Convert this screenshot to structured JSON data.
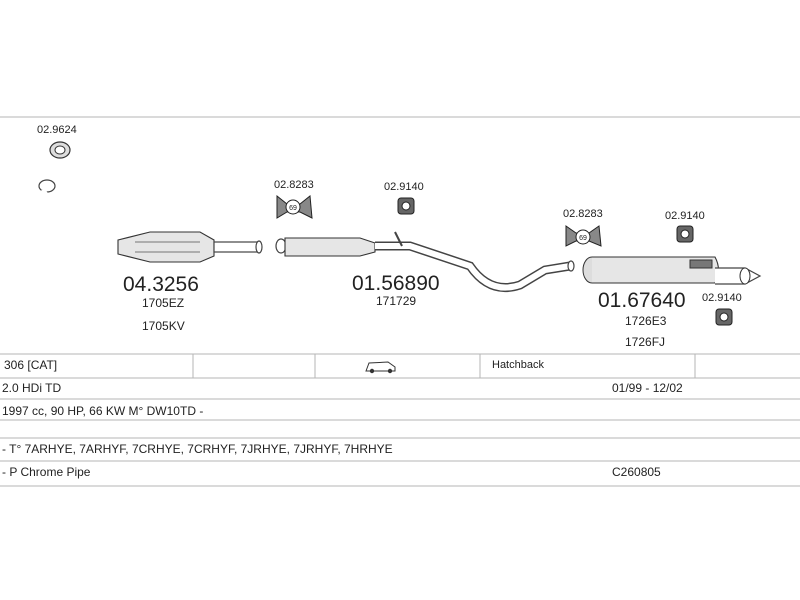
{
  "parts": {
    "gasket_top": "02.9624",
    "catalyst": {
      "number": "04.3256",
      "refs": [
        "1705EZ",
        "1705KV"
      ]
    },
    "hanger_1": "02.8283",
    "hanger_1_badge": "69",
    "clip_1": "02.9140",
    "middle_silencer": {
      "number": "01.56890",
      "refs": [
        "171729"
      ]
    },
    "hanger_2": "02.8283",
    "hanger_2_badge": "69",
    "clip_2": "02.9140",
    "rear_silencer": {
      "number": "01.67640",
      "refs": [
        "1726E3",
        "1726FJ"
      ]
    },
    "clip_3": "02.9140"
  },
  "table": {
    "model": "306  [CAT]",
    "car_icon": "car-icon",
    "body_type": "Hatchback",
    "engine": "2.0 HDi TD",
    "date_range": "01/99 - 12/02",
    "specs": "1997 cc, 90 HP, 66 KW  M° DW10TD -",
    "types": "- T° 7ARHYE, 7ARHYF, 7CRHYE, 7CRHYF, 7JRHYE, 7JRHYF, 7HRHYE",
    "pipe": "- P Chrome Pipe",
    "code": "C260805"
  }
}
